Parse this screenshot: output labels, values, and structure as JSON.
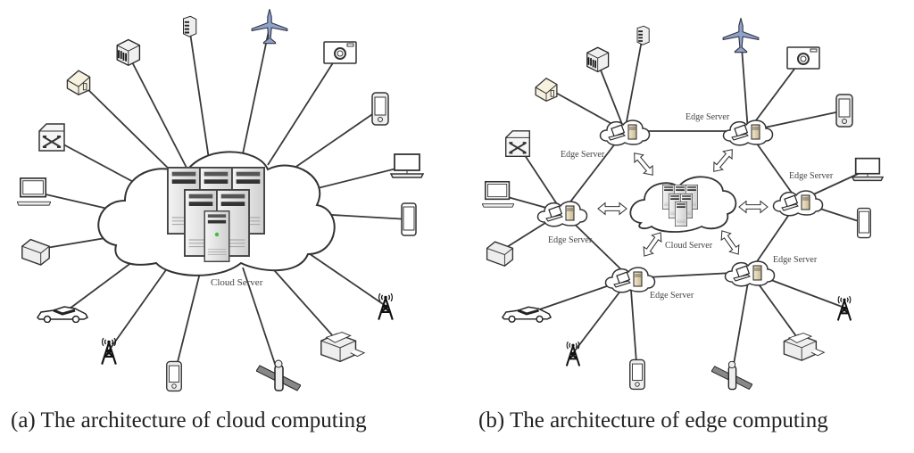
{
  "captions": {
    "a": "(a) The architecture of cloud computing",
    "b": "(b) The architecture of edge computing"
  },
  "diagram_a": {
    "center_label": "Cloud Server",
    "devices": [
      "house",
      "factory-building",
      "server-rack",
      "airplane",
      "camera",
      "pda",
      "laptop",
      "smartphone",
      "router-switch",
      "desktop-computer",
      "storage-box",
      "sports-car",
      "cell-tower",
      "handheld-device",
      "satellite",
      "printer",
      "cell-tower"
    ]
  },
  "diagram_b": {
    "center_label": "Cloud Server",
    "edge_label": "Edge Server",
    "edge_nodes": 6,
    "devices": [
      "house",
      "factory-building",
      "server-rack",
      "airplane",
      "camera",
      "pda",
      "laptop",
      "smartphone",
      "router-switch",
      "desktop-computer",
      "storage-box",
      "sports-car",
      "cell-tower",
      "handheld-device",
      "satellite",
      "printer",
      "cell-tower"
    ]
  },
  "colors": {
    "line": "#3a3a3a",
    "airplane": "#8fa3c8",
    "server_fill": "#e6e6e6",
    "led": "#3cc03c"
  }
}
